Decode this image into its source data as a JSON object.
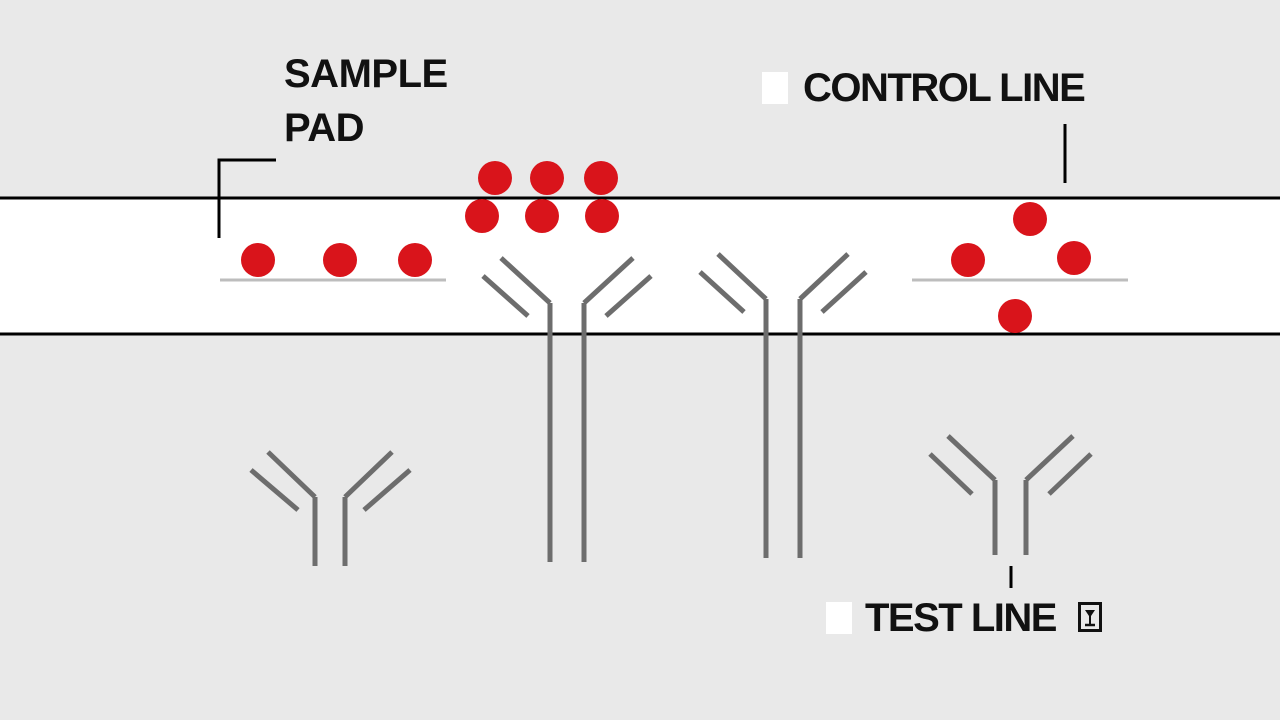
{
  "labels": {
    "sample_pad_line1": "SAMPLE",
    "sample_pad_line2": "PAD",
    "control_line": "CONTROL LINE",
    "test_line": "TEST LINE"
  },
  "icons": {
    "control_marker": "white-square-icon",
    "test_marker": "white-square-icon",
    "test_trailing": "boxed-glyph-icon"
  },
  "colors": {
    "background": "#e9e9e9",
    "strip": "#ffffff",
    "strip_border": "#000000",
    "particle": "#d9141b",
    "antibody": "#6d6d6d",
    "base_line": "#bdbdbd",
    "text": "#111111"
  }
}
